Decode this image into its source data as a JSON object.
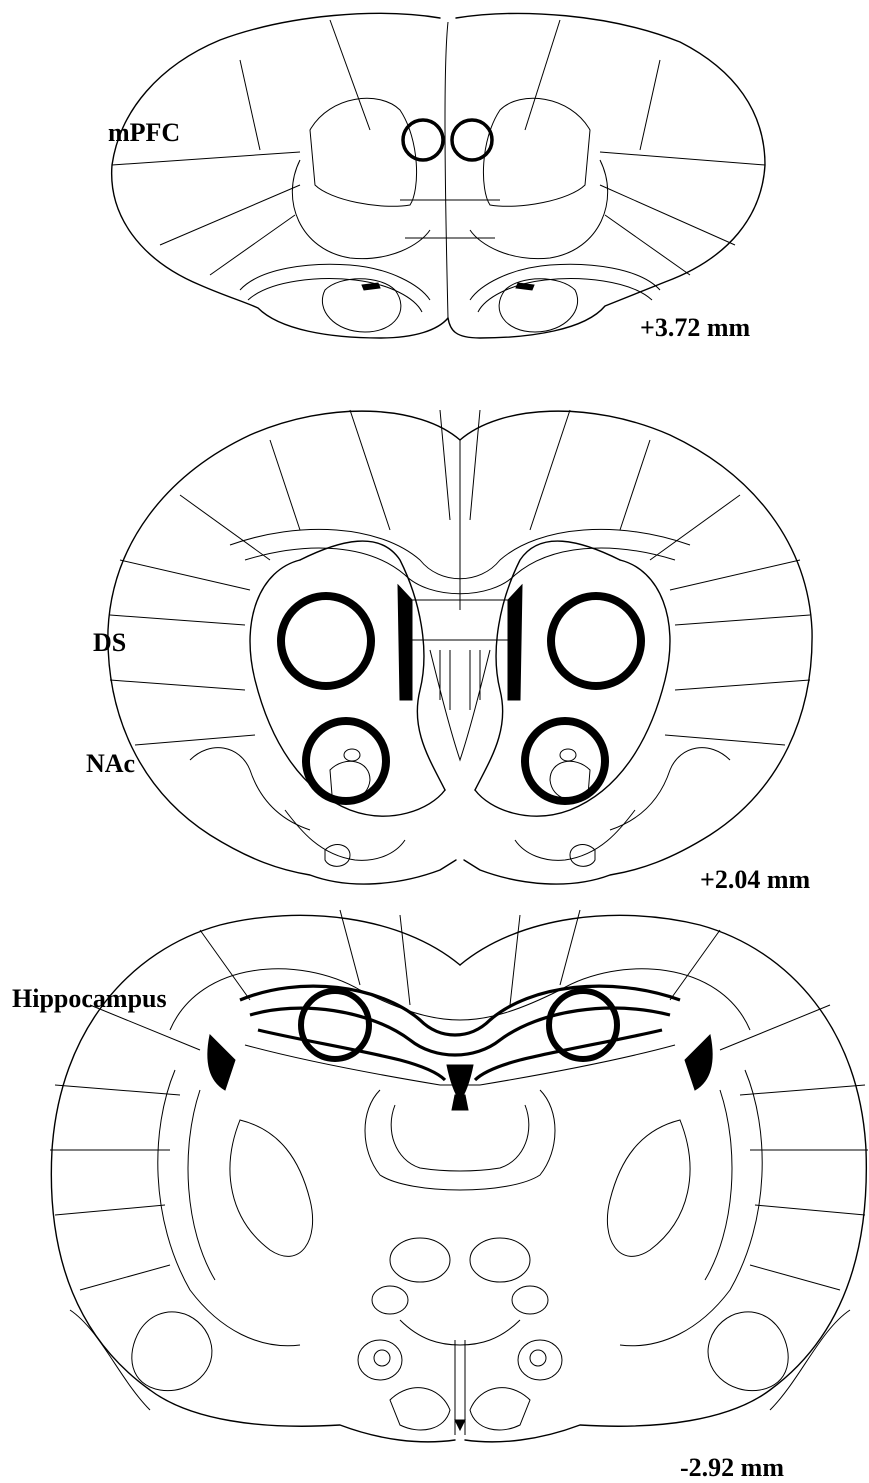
{
  "figure": {
    "sections": [
      {
        "region_label": "mPFC",
        "coordinate": "+3.72 mm"
      },
      {
        "region_label": "DS",
        "second_region_label": "NAc",
        "coordinate": "+2.04 mm"
      },
      {
        "region_label": "Hippocampus",
        "coordinate": "-2.92 mm"
      }
    ]
  }
}
